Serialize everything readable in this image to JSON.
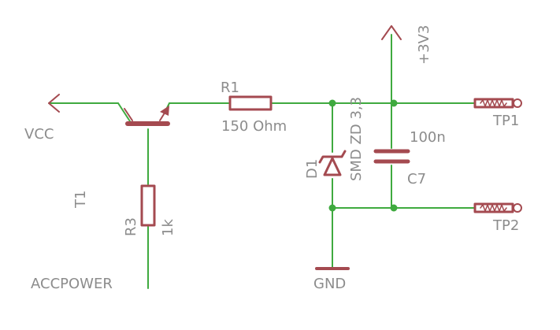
{
  "schematic": {
    "supplies": {
      "vcc": "VCC",
      "v3v3": "+3V3",
      "gnd": "GND",
      "accpower": "ACCPOWER"
    },
    "transistor": {
      "name": "T1"
    },
    "resistor_r1": {
      "name": "R1",
      "value": "150 Ohm"
    },
    "resistor_r3": {
      "name": "R3",
      "value": "1k"
    },
    "diode": {
      "name": "D1",
      "value": "SMD ZD 3,3"
    },
    "capacitor": {
      "name": "C7",
      "value": "100n"
    },
    "testpoints": [
      {
        "name": "TP1"
      },
      {
        "name": "TP2"
      }
    ]
  },
  "colors": {
    "wire": "#3faa3f",
    "component": "#a44a50",
    "label": "#8c8c8c",
    "background": "#ffffff"
  }
}
